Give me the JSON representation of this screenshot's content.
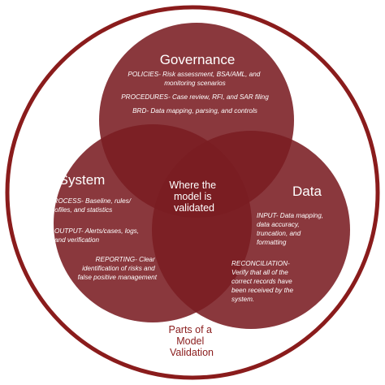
{
  "colors": {
    "ring": "#8a1c1c",
    "circle_fill": "#7a1d22",
    "text_light": "#ffffff",
    "caption": "#8a1c1c"
  },
  "governance": {
    "title": "Governance",
    "items": [
      [
        "POLICIES- Risk assessment, BSA/AML, and",
        "monitoring scenarios"
      ],
      [
        "PROCEDURES- Case review, RFI, and SAR filing"
      ],
      [
        "BRD- Data mapping, parsing, and controls"
      ]
    ]
  },
  "system": {
    "title": "System",
    "items": [
      [
        "PROCESS- Baseline, rules/",
        "profiles, and statistics"
      ],
      [
        "OUTPUT- Alerts/cases, logs,",
        "and verification"
      ],
      [
        "REPORTING- Clear",
        "identification of risks and",
        "false positive management"
      ]
    ]
  },
  "data": {
    "title": "Data",
    "items": [
      [
        "INPUT- Data mapping,",
        "data accuracy,",
        "truncation, and",
        "formatting"
      ],
      [
        "RECONCILIATION-",
        "Verify that all of the",
        "correct records have",
        "been received by the",
        "system."
      ]
    ]
  },
  "center": {
    "lines": [
      "Where the",
      "model is",
      "validated"
    ]
  },
  "caption": {
    "lines": [
      "Parts of a",
      "Model",
      "Validation"
    ]
  }
}
